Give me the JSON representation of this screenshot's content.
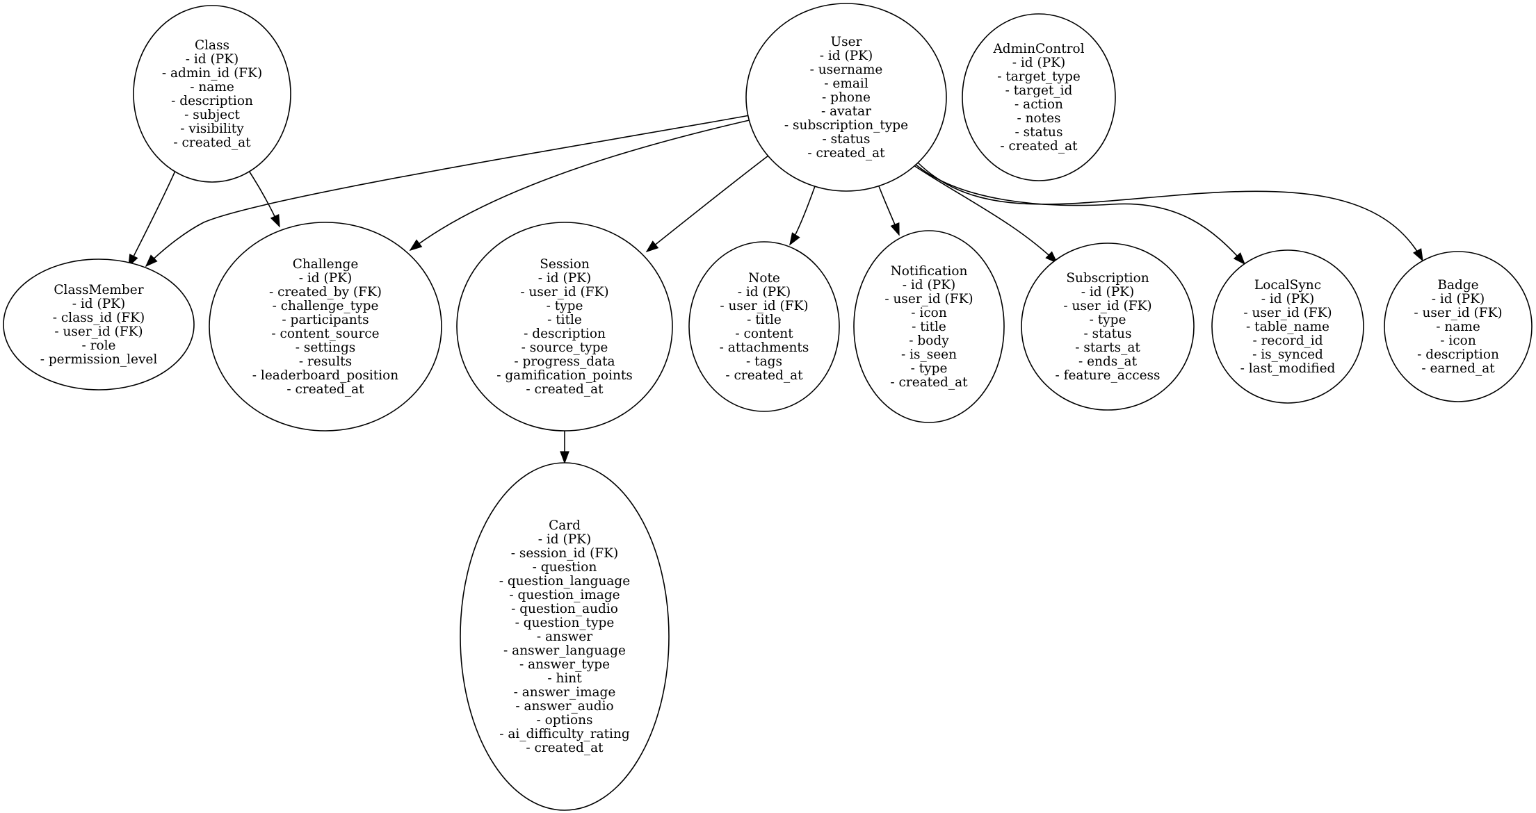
{
  "diagram": {
    "nodes": [
      {
        "id": "class",
        "title": "Class",
        "fields": [
          "- id (PK)",
          "- admin_id (FK)",
          "- name",
          "- description",
          "- subject",
          "- visibility",
          "- created_at"
        ]
      },
      {
        "id": "user",
        "title": "User",
        "fields": [
          "- id (PK)",
          "- username",
          "- email",
          "- phone",
          "- avatar",
          "- subscription_type",
          "- status",
          "- created_at"
        ]
      },
      {
        "id": "admincontrol",
        "title": "AdminControl",
        "fields": [
          "- id (PK)",
          "- target_type",
          "- target_id",
          "- action",
          "- notes",
          "- status",
          "- created_at"
        ]
      },
      {
        "id": "classmember",
        "title": "ClassMember",
        "fields": [
          "- id (PK)",
          "- class_id (FK)",
          "- user_id (FK)",
          "- role",
          "- permission_level"
        ]
      },
      {
        "id": "challenge",
        "title": "Challenge",
        "fields": [
          "- id (PK)",
          "- created_by (FK)",
          "- challenge_type",
          "- participants",
          "- content_source",
          "- settings",
          "- results",
          "- leaderboard_position",
          "- created_at"
        ]
      },
      {
        "id": "session",
        "title": "Session",
        "fields": [
          "- id (PK)",
          "- user_id (FK)",
          "- type",
          "- title",
          "- description",
          "- source_type",
          "- progress_data",
          "- gamification_points",
          "- created_at"
        ]
      },
      {
        "id": "note",
        "title": "Note",
        "fields": [
          "- id (PK)",
          "- user_id (FK)",
          "- title",
          "- content",
          "- attachments",
          "- tags",
          "- created_at"
        ]
      },
      {
        "id": "notification",
        "title": "Notification",
        "fields": [
          "- id (PK)",
          "- user_id (FK)",
          "- icon",
          "- title",
          "- body",
          "- is_seen",
          "- type",
          "- created_at"
        ]
      },
      {
        "id": "subscription",
        "title": "Subscription",
        "fields": [
          "- id (PK)",
          "- user_id (FK)",
          "- type",
          "- status",
          "- starts_at",
          "- ends_at",
          "- feature_access"
        ]
      },
      {
        "id": "localsync",
        "title": "LocalSync",
        "fields": [
          "- id (PK)",
          "- user_id (FK)",
          "- table_name",
          "- record_id",
          "- is_synced",
          "- last_modified"
        ]
      },
      {
        "id": "badge",
        "title": "Badge",
        "fields": [
          "- id (PK)",
          "- user_id (FK)",
          "- name",
          "- icon",
          "- description",
          "- earned_at"
        ]
      },
      {
        "id": "card",
        "title": "Card",
        "fields": [
          "- id (PK)",
          "- session_id (FK)",
          "- question",
          "- question_language",
          "- question_image",
          "- question_audio",
          "- question_type",
          "- answer",
          "- answer_language",
          "- answer_type",
          "- hint",
          "- answer_image",
          "- answer_audio",
          "- options",
          "- ai_difficulty_rating",
          "- created_at"
        ]
      }
    ],
    "edges": [
      {
        "from": "class",
        "to": "classmember"
      },
      {
        "from": "class",
        "to": "challenge"
      },
      {
        "from": "user",
        "to": "classmember"
      },
      {
        "from": "user",
        "to": "challenge"
      },
      {
        "from": "user",
        "to": "session"
      },
      {
        "from": "user",
        "to": "note"
      },
      {
        "from": "user",
        "to": "notification"
      },
      {
        "from": "user",
        "to": "subscription"
      },
      {
        "from": "user",
        "to": "localsync"
      },
      {
        "from": "user",
        "to": "badge"
      },
      {
        "from": "session",
        "to": "card"
      }
    ]
  }
}
